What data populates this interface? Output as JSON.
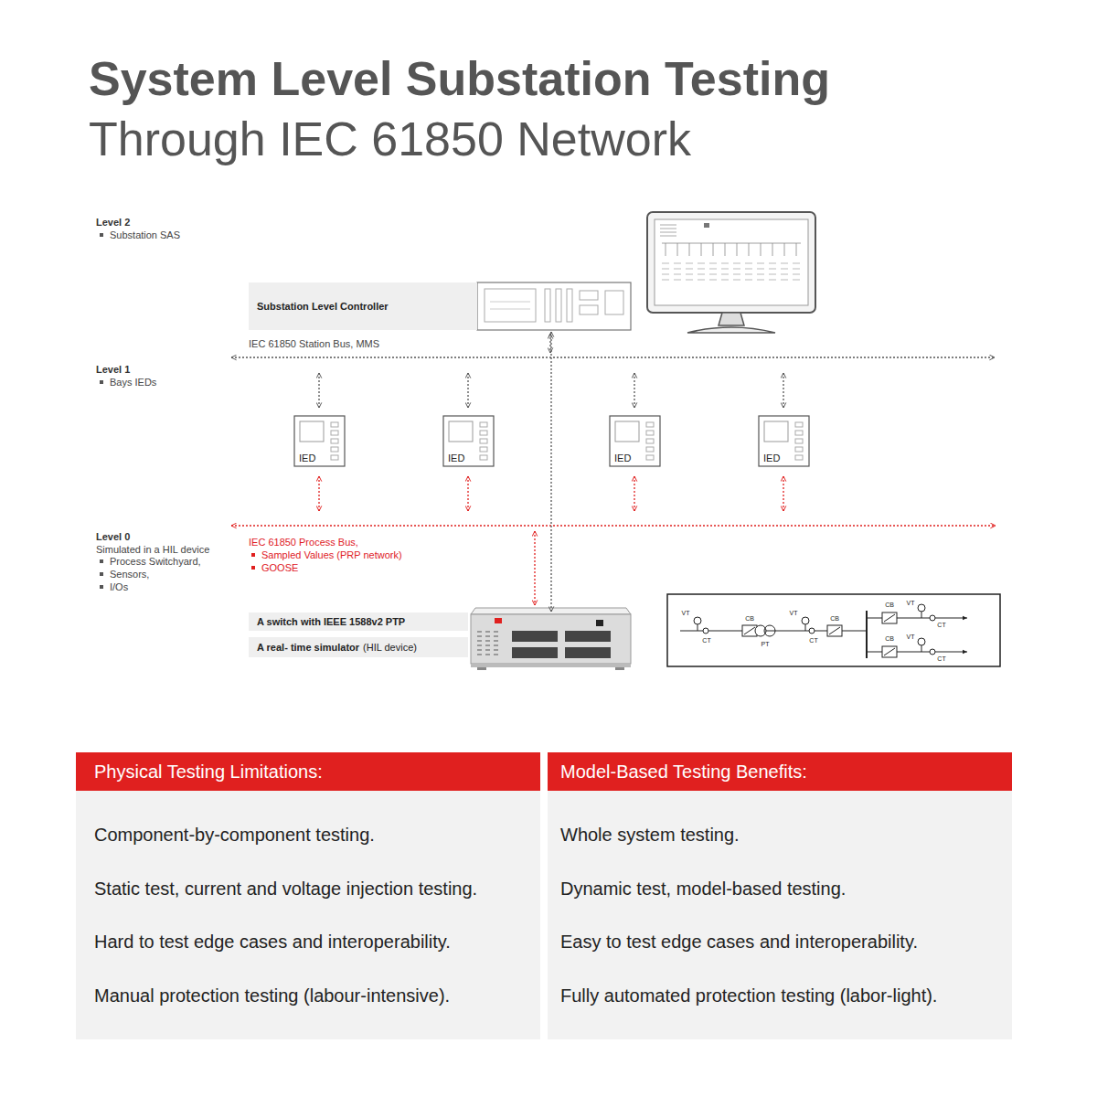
{
  "diagram": {
    "title": "System Level Substation Testing",
    "nodes": [
      {
        "text": [
          "Substation Level Controller"
        ]
      },
      {
        "text": [
          "IED"
        ]
      },
      {
        "text": [
          "IED"
        ]
      },
      {
        "text": [
          "IED"
        ]
      },
      {
        "text": [
          "IED"
        ]
      },
      {
        "text": [
          "A switch with IEEE 1588v2 PTP"
        ]
      },
      {
        "text": [
          "A real- time simulator",
          "(HIL device)"
        ]
      },
      {
        "text": [
          "Physical Testing Limitations:",
          "Component-by-component testing.",
          "Static test, current and voltage injection testing.",
          "Hard to test edge cases and interoperability.",
          "Manual protection testing (labour-intensive)."
        ]
      },
      {
        "text": [
          "Model-Based Testing Benefits:",
          "Whole system testing.",
          "Dynamic test, model-based testing.",
          "Easy to test edge cases and interoperability.",
          "Fully automated protection testing (labor-light)."
        ]
      }
    ],
    "edges": [
      {
        "from": 0,
        "to": 5,
        "arrow": "both"
      }
    ],
    "labels": [
      "Through IEC 61850 Network",
      "Level 2",
      "Substation SAS",
      "IEC 61850 Station Bus, MMS",
      "Level 1",
      "Bays IEDs",
      "Level 0",
      "Simulated in a HIL device",
      "Process Switchyard,",
      "Sensors,",
      "I/Os",
      "IEC 61850 Process Bus,",
      "Sampled Values (PRP network)",
      "GOOSE",
      "VT",
      "CT",
      "CB",
      "PT",
      "VT",
      "CT",
      "CB",
      "CB",
      "VT",
      "CT",
      "CB",
      "VT",
      "CT"
    ]
  }
}
